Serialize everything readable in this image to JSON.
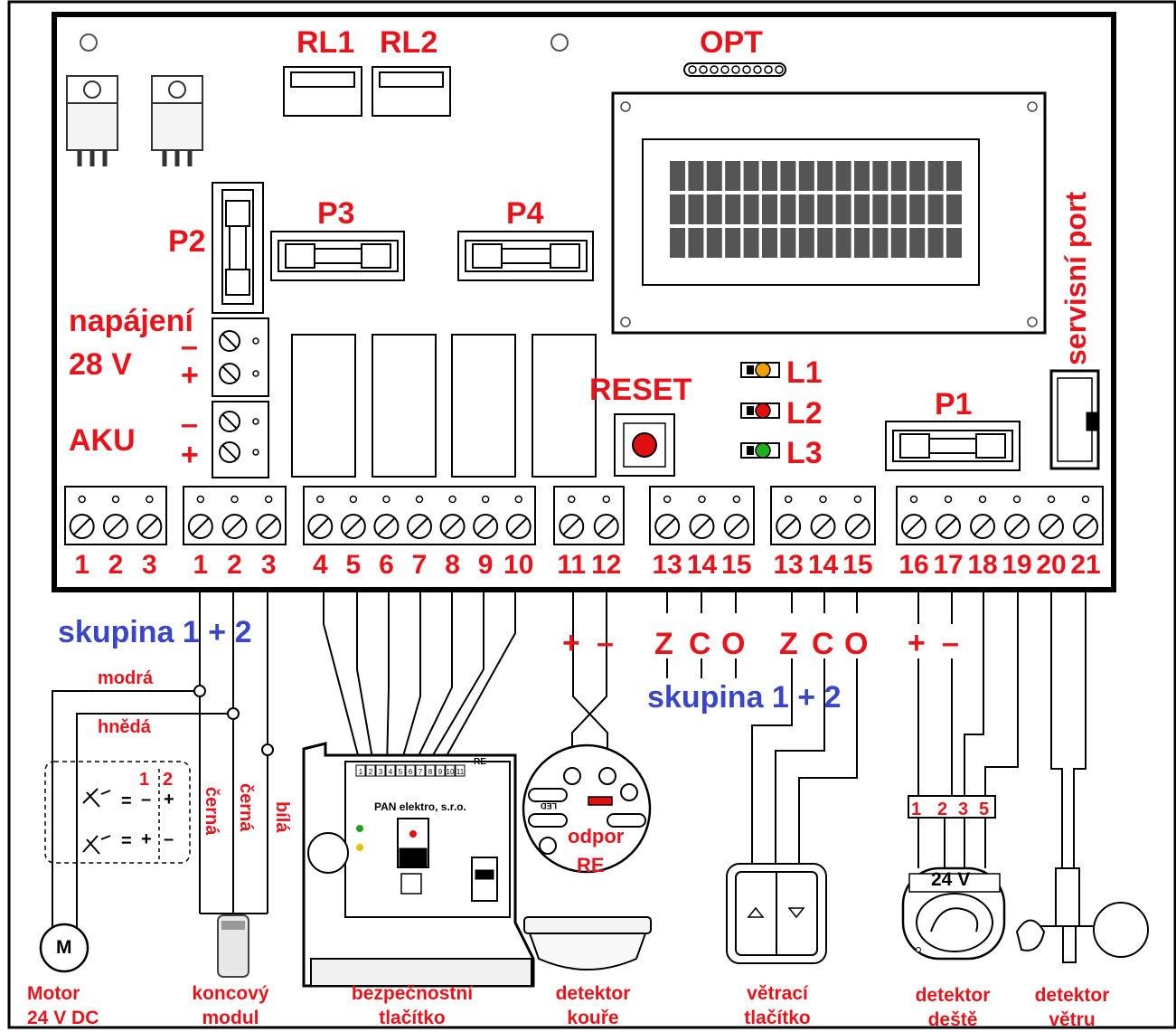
{
  "board": {
    "relay_labels": [
      "RL1",
      "RL2"
    ],
    "opt_label": "OPT",
    "fuse_labels": {
      "p1": "P1",
      "p2": "P2",
      "p3": "P3",
      "p4": "P4"
    },
    "power_label_line1": "napájení",
    "power_label_line2": "28 V",
    "battery_label": "AKU",
    "minus_sign": "–",
    "plus_sign": "+",
    "reset_label": "RESET",
    "leds": [
      {
        "label": "L1",
        "color": "#f0a000"
      },
      {
        "label": "L2",
        "color": "#e01010"
      },
      {
        "label": "L3",
        "color": "#20b020"
      }
    ],
    "service_port_label": "servisní port",
    "terminal_numbers": [
      "1",
      "2",
      "3",
      "1",
      "2",
      "3",
      "4",
      "5",
      "6",
      "7",
      "8",
      "9",
      "10",
      "11",
      "12",
      "13",
      "14",
      "15",
      "13",
      "14",
      "15",
      "16",
      "17",
      "18",
      "19",
      "20",
      "21"
    ]
  },
  "wiring": {
    "group_label_1": "skupina 1 + 2",
    "group_label_2": "skupina 1 + 2",
    "smoke_polarity": [
      "+",
      "–"
    ],
    "vent_group_a": [
      "Z",
      "C",
      "O"
    ],
    "vent_group_b": [
      "Z",
      "C",
      "O"
    ],
    "rain_polarity": [
      "+",
      "–"
    ],
    "wire_colors": {
      "modra": "modrá",
      "hneda": "hnědá",
      "cerna1": "černá",
      "cerna2": "černá",
      "bila": "bílá"
    },
    "motor_table": {
      "col1": "1",
      "col2": "2",
      "row1_a": "=",
      "row1_b": "–",
      "row1_c": "+",
      "row2_a": "=",
      "row2_b": "+",
      "row2_c": "–"
    },
    "safety_button_brand": "PAN elektro, s.r.o.",
    "safety_button_terminals": [
      "1",
      "2",
      "3",
      "4",
      "5",
      "6",
      "7",
      "8",
      "9",
      "10",
      "11"
    ],
    "safety_button_re": "RE",
    "resistor_label_line1": "odpor",
    "resistor_label_line2": "RE",
    "smoke_socket_led": "LED",
    "rain_wire_numbers": [
      "1",
      "2",
      "3",
      "5"
    ],
    "rain_detector_voltage": "24 V",
    "motor_symbol": "M"
  },
  "captions": [
    {
      "line1": "Motor",
      "line2": "24 V DC"
    },
    {
      "line1": "koncový",
      "line2": "modul"
    },
    {
      "line1": "bezpečnostní",
      "line2": "tlačítko"
    },
    {
      "line1": "detektor",
      "line2": "kouře"
    },
    {
      "line1": "větrací",
      "line2": "tlačítko"
    },
    {
      "line1": "detektor",
      "line2": "deště"
    },
    {
      "line1": "detektor",
      "line2": "větru"
    }
  ]
}
